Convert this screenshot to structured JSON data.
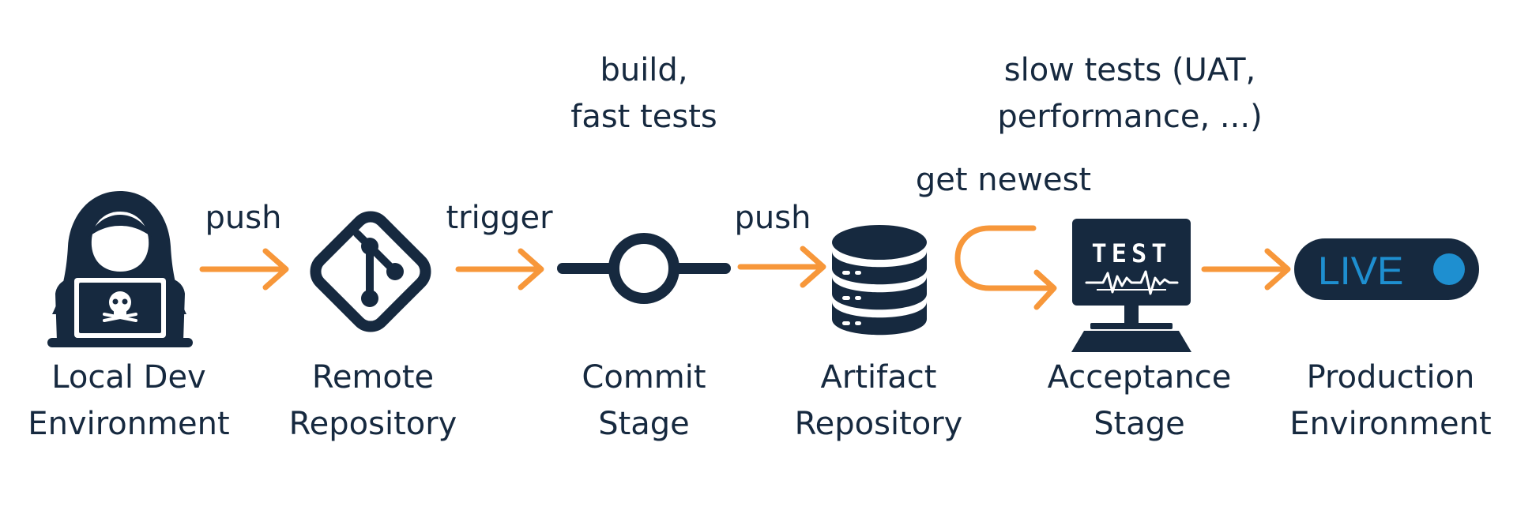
{
  "colors": {
    "navy": "#16293f",
    "orange": "#f7973a",
    "live_blue": "#1e8fd0"
  },
  "stages": [
    {
      "line1": "Local Dev",
      "line2": "Environment",
      "icon": "hacker-laptop-icon"
    },
    {
      "line1": "Remote",
      "line2": "Repository",
      "icon": "git-icon"
    },
    {
      "line1": "Commit",
      "line2": "Stage",
      "icon": "commit-icon"
    },
    {
      "line1": "Artifact",
      "line2": "Repository",
      "icon": "database-icon"
    },
    {
      "line1": "Acceptance",
      "line2": "Stage",
      "icon": "test-monitor-icon"
    },
    {
      "line1": "Production",
      "line2": "Environment",
      "icon": "live-badge-icon"
    }
  ],
  "edges": [
    {
      "label": "push"
    },
    {
      "label": "trigger"
    },
    {
      "label": "push"
    },
    {
      "label": "get newest"
    },
    {
      "label": ""
    }
  ],
  "notes": {
    "commit": {
      "line1": "build,",
      "line2": "fast tests"
    },
    "acceptance": {
      "line1": "slow tests (UAT,",
      "line2": "performance, ...)"
    }
  },
  "icon_text": {
    "test": "TEST",
    "live": "LIVE"
  }
}
